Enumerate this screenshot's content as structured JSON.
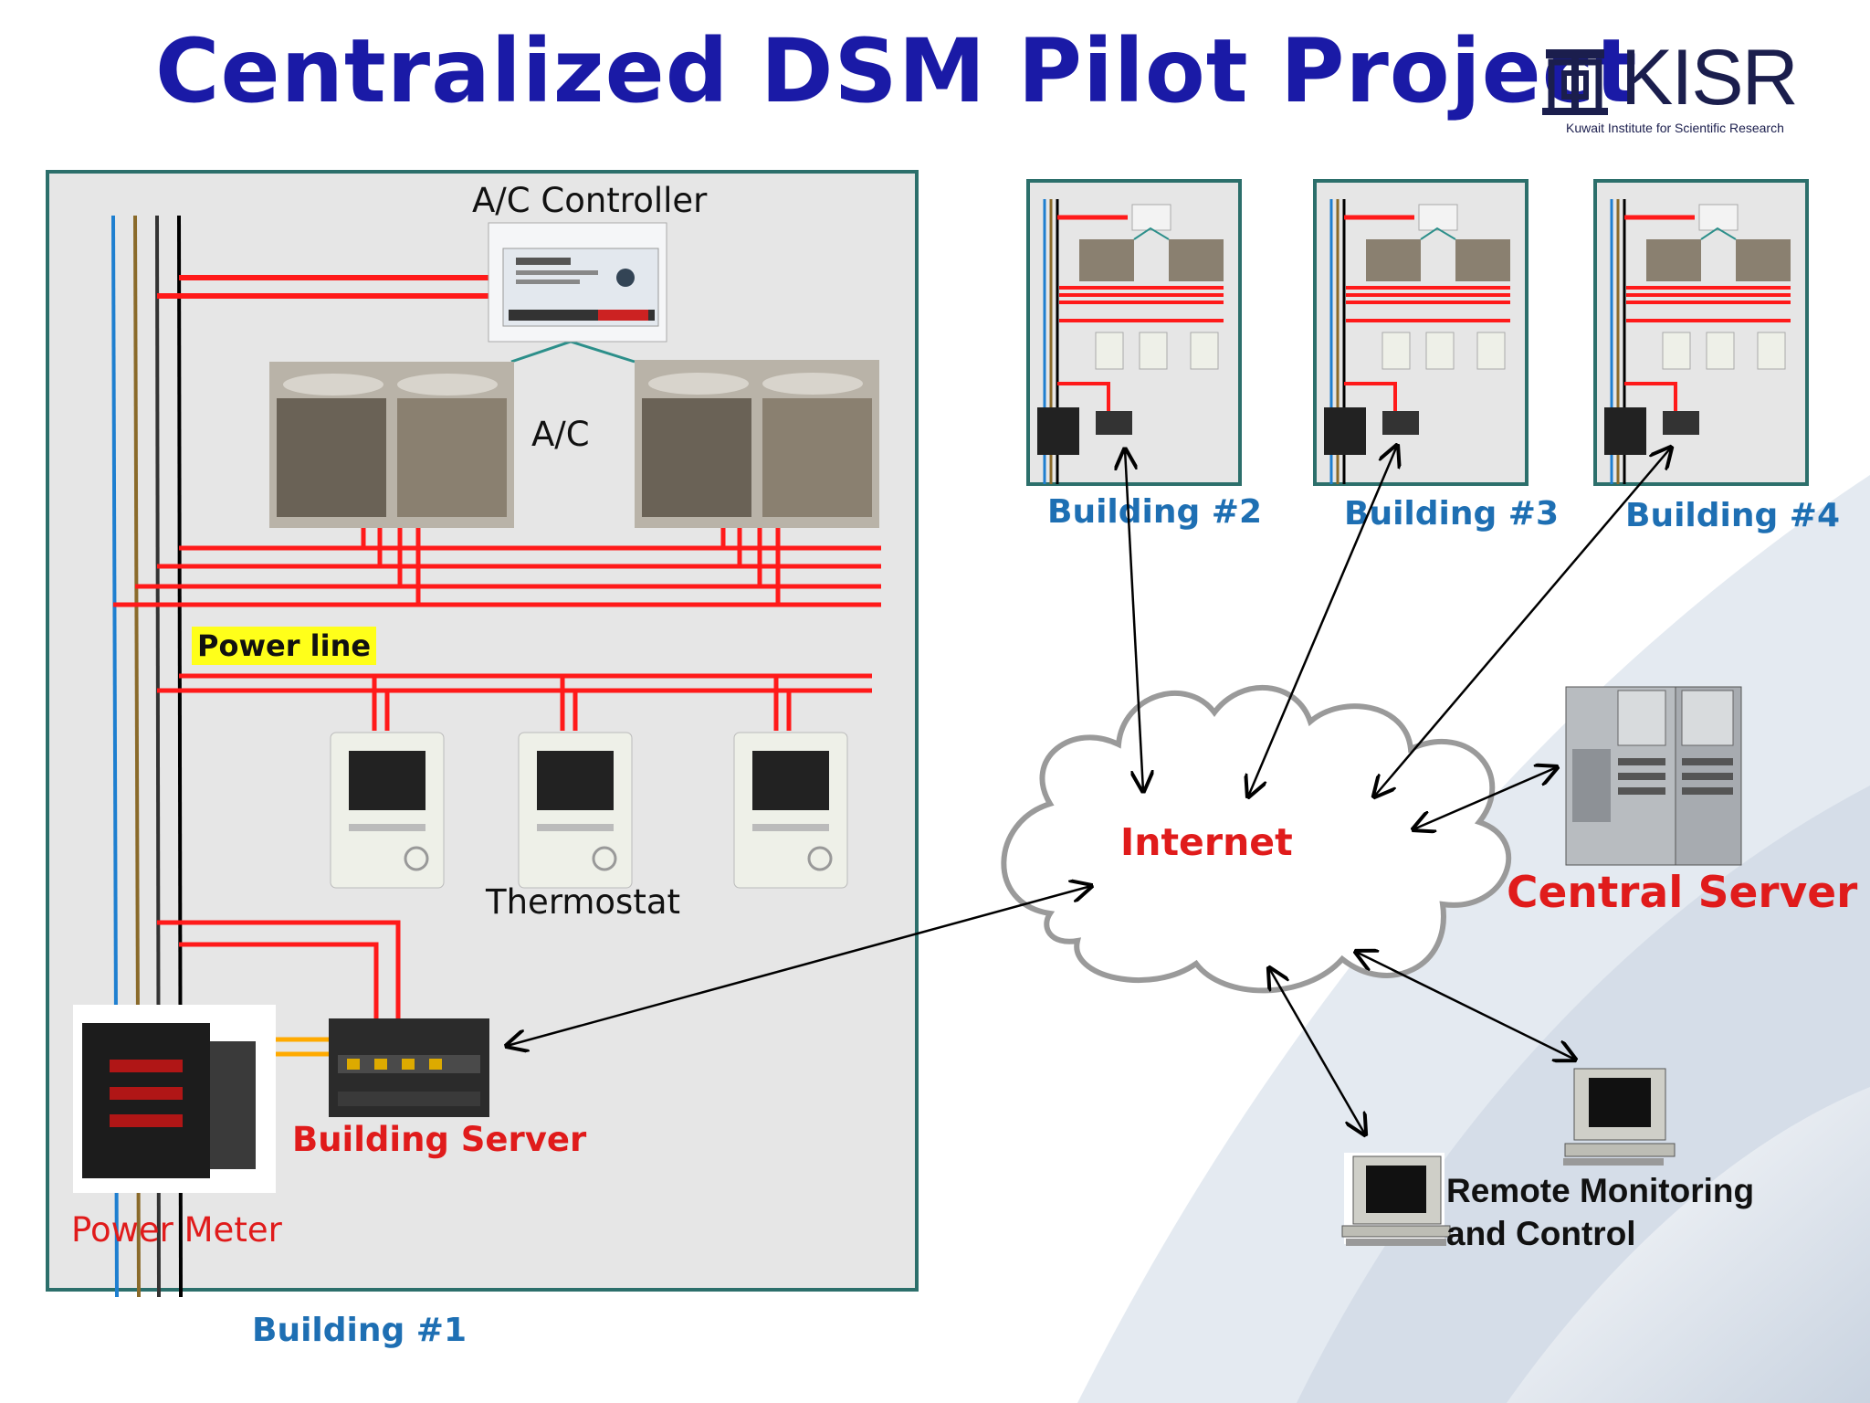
{
  "title": "Centralized DSM Pilot Project",
  "logo": {
    "word": "KISR",
    "subtitle": "Kuwait Institute for Scientific Research"
  },
  "building1": {
    "label": "Building #1",
    "ac_controller_label": "A/C Controller",
    "ac_label": "A/C",
    "power_line_label": "Power line",
    "thermostat_label": "Thermostat",
    "building_server_label": "Building Server",
    "power_meter_label": "Power Meter"
  },
  "other_buildings": [
    {
      "label": "Building #2"
    },
    {
      "label": "Building #3"
    },
    {
      "label": "Building #4"
    }
  ],
  "network": {
    "internet_label": "Internet",
    "central_server_label": "Central Server",
    "remote_label_line1": "Remote Monitoring",
    "remote_label_line2": "and Control"
  },
  "colors": {
    "title": "#1a1aa6",
    "power_wire": "#ff1a1a",
    "box_border": "#2c6f6b",
    "box_fill": "#e6e6e6",
    "label_blue": "#1e6fb3",
    "label_red": "#e01b1b",
    "highlight": "#ffff1a"
  }
}
